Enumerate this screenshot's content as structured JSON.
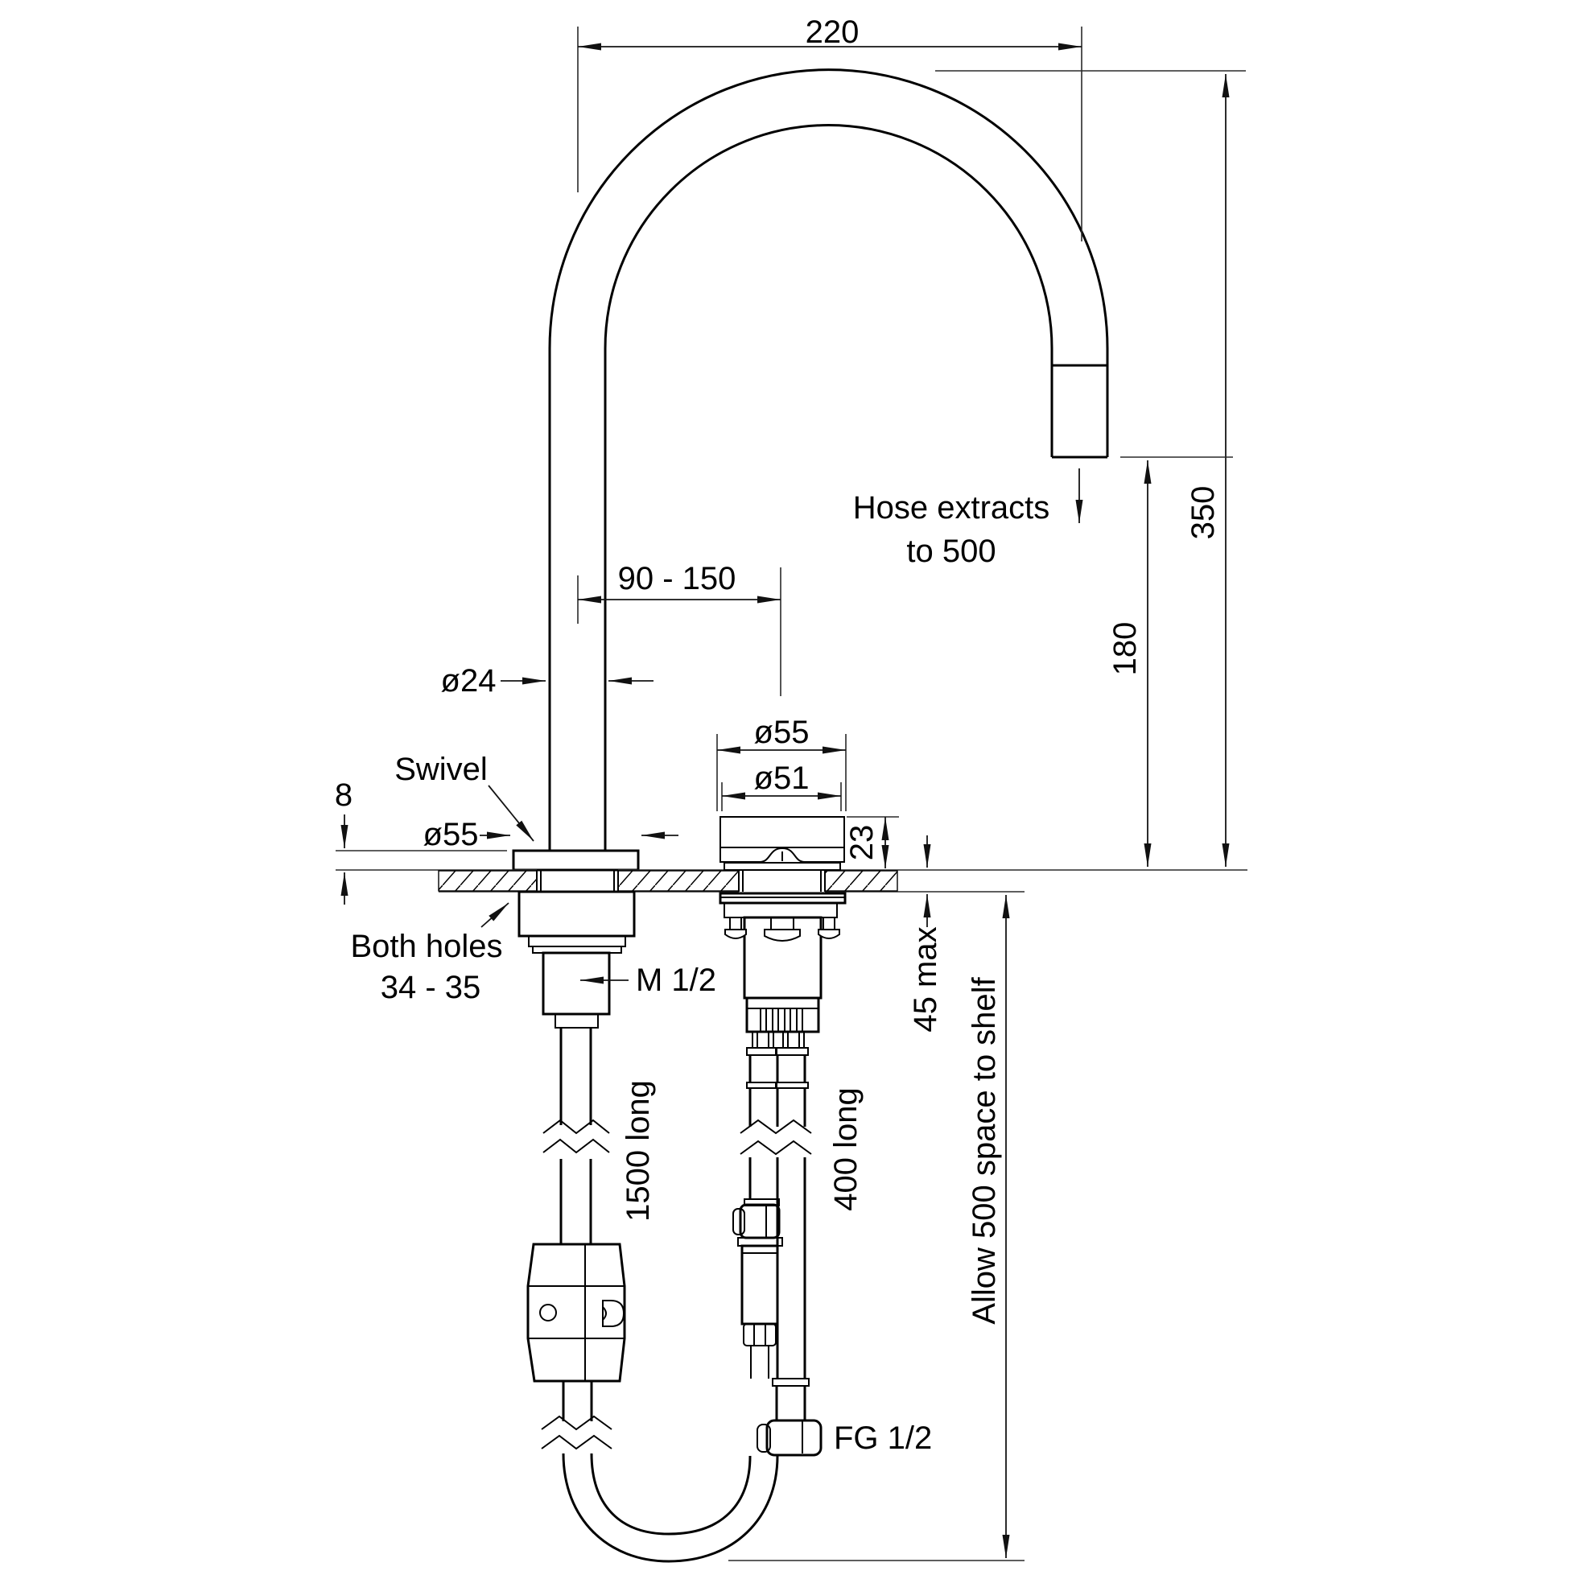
{
  "drawing": {
    "title": "Pull-out gooseneck tap installation drawing",
    "labels": {
      "dim_220": "220",
      "dim_350": "350",
      "dim_180": "180",
      "hose_extracts_line1": "Hose extracts",
      "hose_extracts_line2": "to 500",
      "dim_90_150": "90 - 150",
      "dia_24": "ø24",
      "swivel": "Swivel",
      "dim_8": "8",
      "dia_55_base": "ø55",
      "both_holes_line1": "Both holes",
      "both_holes_line2": "34 - 35",
      "m_half": "M 1/2",
      "dia_55_handle": "ø55",
      "dia_51": "ø51",
      "dim_23": "23",
      "dim_45_max": "45 max",
      "hose_1500": "1500 long",
      "hose_400": "400 long",
      "allow_500": "Allow 500 space to shelf",
      "fg_half": "FG 1/2"
    },
    "colors": {
      "line": "#000000",
      "dimension_line": "#141414",
      "background": "#ffffff"
    }
  }
}
